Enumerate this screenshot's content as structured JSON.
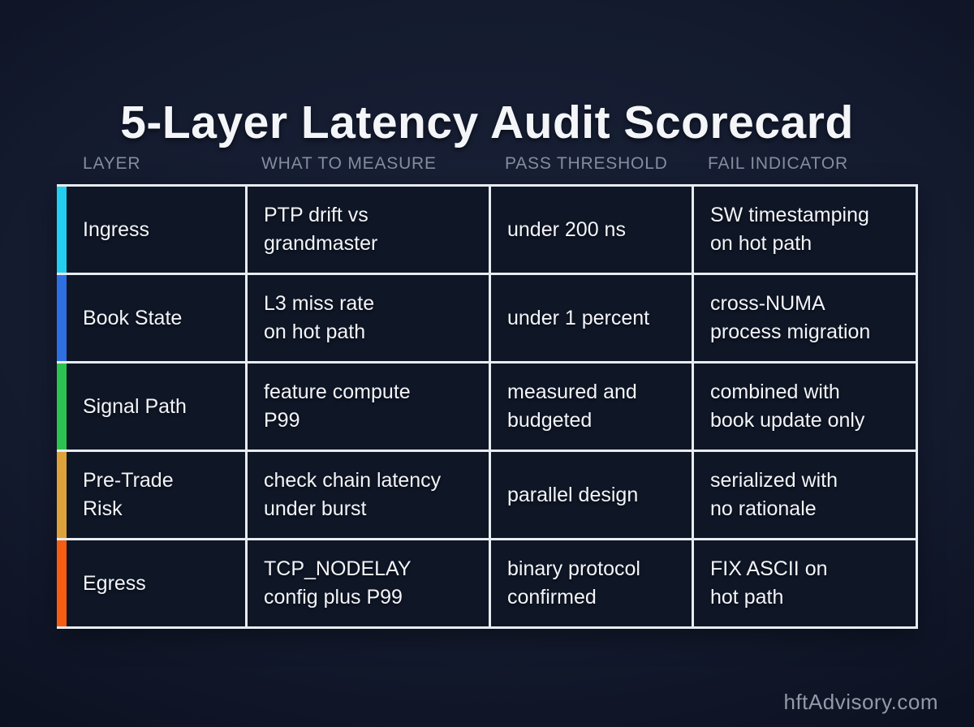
{
  "title": "5-Layer Latency Audit Scorecard",
  "footer": {
    "brand": "hftAdvisory.com"
  },
  "colors": {
    "background": "#141b2f",
    "cell_background": "#0f1626",
    "border": "#e8ecf2",
    "header_text": "#858da0",
    "cell_text": "#f2f4f8",
    "accent_ingress": "#22cfee",
    "accent_book_state": "#2e6fe3",
    "accent_signal_path": "#2cc252",
    "accent_pre_trade_risk": "#dda239",
    "accent_egress": "#f75d10"
  },
  "chart_data": {
    "type": "table",
    "title": "5-Layer Latency Audit Scorecard",
    "columns": [
      "LAYER",
      "WHAT TO MEASURE",
      "PASS THRESHOLD",
      "FAIL INDICATOR"
    ],
    "rows": [
      {
        "accent": "#22cfee",
        "layer": "Ingress",
        "measure": "PTP drift vs\ngrandmaster",
        "pass": "under 200 ns",
        "fail": "SW timestamping\non hot path"
      },
      {
        "accent": "#2e6fe3",
        "layer": "Book State",
        "measure": "L3 miss rate\non hot path",
        "pass": "under 1 percent",
        "fail": "cross-NUMA\nprocess migration"
      },
      {
        "accent": "#2cc252",
        "layer": "Signal Path",
        "measure": "feature compute\nP99",
        "pass": "measured and\nbudgeted",
        "fail": "combined with\nbook update only"
      },
      {
        "accent": "#dda239",
        "layer": "Pre-Trade\nRisk",
        "measure": "check chain latency\nunder burst",
        "pass": "parallel design",
        "fail": "serialized with\nno rationale"
      },
      {
        "accent": "#f75d10",
        "layer": "Egress",
        "measure": "TCP_NODELAY\nconfig plus P99",
        "pass": "binary protocol\nconfirmed",
        "fail": "FIX ASCII on\nhot path"
      }
    ]
  }
}
